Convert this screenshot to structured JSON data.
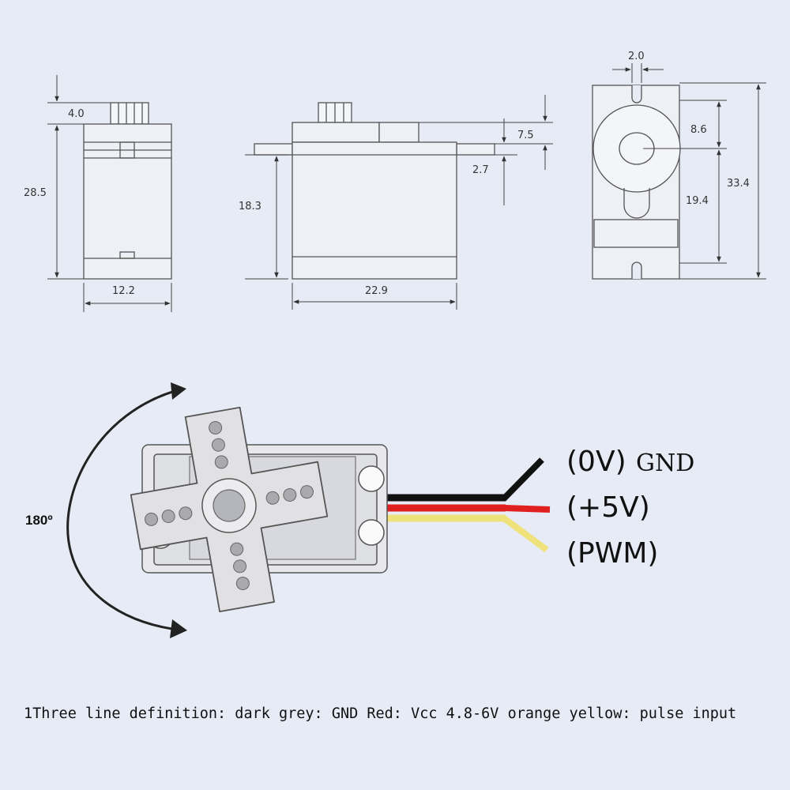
{
  "dimensions": {
    "front_view": {
      "height": "28.5",
      "top": "4.0",
      "width": "12.2"
    },
    "side_view": {
      "tab_height": "18.3",
      "width": "22.9",
      "top_offset": "7.5",
      "tab_offset": "2.7"
    },
    "bottom_view": {
      "slot_width": "2.0",
      "hole_to_center": "8.6",
      "center_to_bottom": "19.4",
      "total_length": "33.4"
    }
  },
  "angle_label": "180º",
  "wires": {
    "gnd_voltage": "(0V)",
    "gnd_name": "GND",
    "vcc": "(+5V)",
    "pwm": "(PWM)"
  },
  "caption": "1Three line definition: dark grey: GND Red: Vcc 4.8-6V orange yellow: pulse input",
  "colors": {
    "background": "#e6ebf5",
    "wire_gnd": "#111111",
    "wire_vcc": "#e01f1f",
    "wire_pwm": "#efe27a",
    "servo_body": "#e7e7ea",
    "outline": "#555555"
  }
}
